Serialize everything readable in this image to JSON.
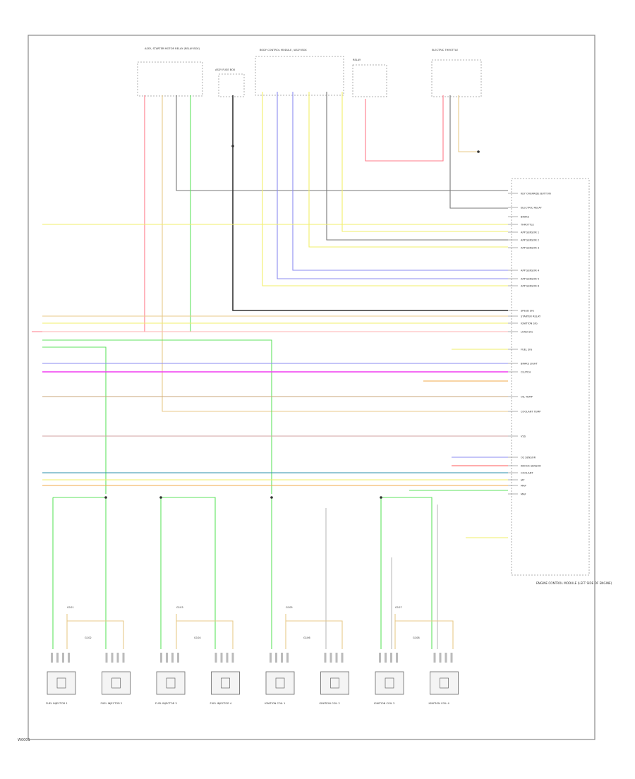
{
  "diagram": {
    "page_id": "W0001",
    "colors": {
      "red": "#ff7b8a",
      "yellow": "#f2ef6a",
      "blue": "#8b8bf0",
      "green": "#5fe35f",
      "magenta": "#f03cf0",
      "pink": "#ff6fd8",
      "gray": "#777777",
      "black": "#333333",
      "tan": "#e8c98a",
      "teal": "#2a8fa8",
      "orange": "#f0a84a",
      "purple": "#c9a0e8"
    },
    "top_components": [
      {
        "id": "c1",
        "label": "ASSY, STARTER MOTOR RELAY (RELAY BOX)"
      },
      {
        "id": "c2",
        "label": "ASSY FUSE BOX"
      },
      {
        "id": "c3",
        "label": "BODY CONTROL MODULE / ASSY BOX"
      },
      {
        "id": "c4",
        "label": "RELAY"
      },
      {
        "id": "c5",
        "label": "ELECTRIC THROTTLE"
      }
    ],
    "ecm_label": "ENGINE CONTROL MODULE (LEFT SIDE OF ENGINE)",
    "ecm_pins": [
      "KEY OVERRIDE BUTTON",
      "ELECTRIC RELAY",
      "BRAKE",
      "THROTTLE",
      "APP SENSOR 1",
      "APP SENSOR 2",
      "APP SENSOR 3",
      "APP SENSOR 4",
      "APP SENSOR 5",
      "APP SENSOR 6",
      "SPEED SIG",
      "STARTER RELAY",
      "IGNITION SIG",
      "LOAD SIG",
      "FUEL SIG",
      "BRAKE LIGHT",
      "CLUTCH",
      "OIL TEMP",
      "COOLANT TEMP",
      "VSS",
      "O2 SENSOR",
      "KNOCK SENSOR",
      "COOLANT",
      "IAT",
      "MAP",
      "MAF"
    ],
    "ground_labels": [
      "G101",
      "G102",
      "G103",
      "G104",
      "G105",
      "G106",
      "G107",
      "G108"
    ],
    "injectors": [
      {
        "label": "FUEL INJECTOR 1"
      },
      {
        "label": "FUEL INJECTOR 2"
      },
      {
        "label": "FUEL INJECTOR 3"
      },
      {
        "label": "FUEL INJECTOR 4"
      },
      {
        "label": "IGNITION COIL 1"
      },
      {
        "label": "IGNITION COIL 2"
      },
      {
        "label": "IGNITION COIL 3"
      },
      {
        "label": "IGNITION COIL 4"
      }
    ]
  }
}
